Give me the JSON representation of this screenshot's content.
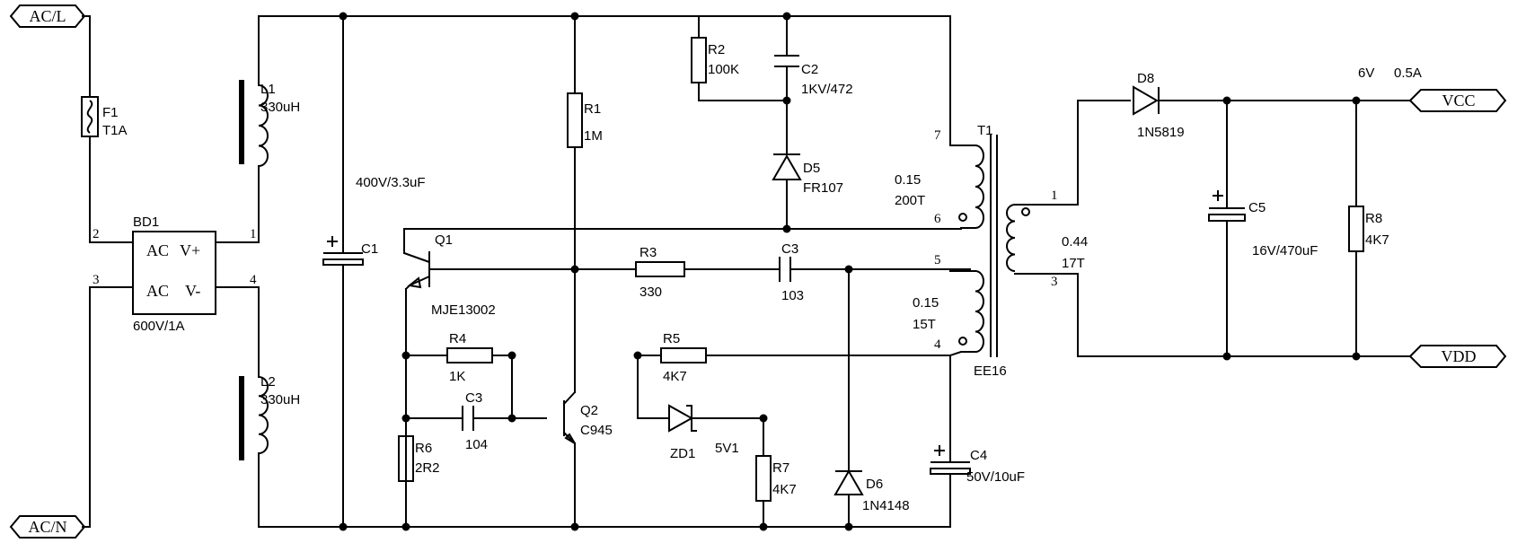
{
  "ports": {
    "acl": "AC/L",
    "acn": "AC/N",
    "vcc": "VCC",
    "vdd": "VDD"
  },
  "output_rating": {
    "voltage": "6V",
    "current": "0.5A"
  },
  "components": {
    "f1": {
      "ref": "F1",
      "value": "T1A"
    },
    "bd1": {
      "ref": "BD1",
      "value": "600V/1A",
      "ac1": "AC",
      "vplus": "V+",
      "ac2": "AC",
      "vminus": "V-",
      "pin1": "1",
      "pin2": "2",
      "pin3": "3",
      "pin4": "4"
    },
    "l1": {
      "ref": "L1",
      "value": "330uH"
    },
    "l2": {
      "ref": "L2",
      "value": "330uH"
    },
    "c1": {
      "ref": "C1",
      "value": "400V/3.3uF"
    },
    "r1": {
      "ref": "R1",
      "value": "1M"
    },
    "r2": {
      "ref": "R2",
      "value": "100K"
    },
    "c2": {
      "ref": "C2",
      "value": "1KV/472"
    },
    "d5": {
      "ref": "D5",
      "value": "FR107"
    },
    "q1": {
      "ref": "Q1",
      "value": "MJE13002"
    },
    "r3": {
      "ref": "R3",
      "value": "330"
    },
    "c3a": {
      "ref": "C3",
      "value": "103"
    },
    "r4": {
      "ref": "R4",
      "value": "1K"
    },
    "r5": {
      "ref": "R5",
      "value": "4K7"
    },
    "c3b": {
      "ref": "C3",
      "value": "104"
    },
    "q2": {
      "ref": "Q2",
      "value": "C945"
    },
    "r6": {
      "ref": "R6",
      "value": "2R2"
    },
    "zd1": {
      "ref": "ZD1",
      "value": "5V1"
    },
    "r7": {
      "ref": "R7",
      "value": "4K7"
    },
    "d6": {
      "ref": "D6",
      "value": "1N4148"
    },
    "c4": {
      "ref": "C4",
      "value": "50V/10uF"
    },
    "t1": {
      "ref": "T1",
      "core": "EE16",
      "pin7": "7",
      "pin6": "6",
      "pin5": "5",
      "pin4": "4",
      "pin1": "1",
      "pin3": "3",
      "primary_wire": "0.15",
      "primary_turns": "200T",
      "aux_wire": "0.15",
      "aux_turns": "15T",
      "secondary_wire": "0.44",
      "secondary_turns": "17T"
    },
    "d8": {
      "ref": "D8",
      "value": "1N5819"
    },
    "c5": {
      "ref": "C5",
      "value": "16V/470uF"
    },
    "r8": {
      "ref": "R8",
      "value": "4K7"
    }
  }
}
